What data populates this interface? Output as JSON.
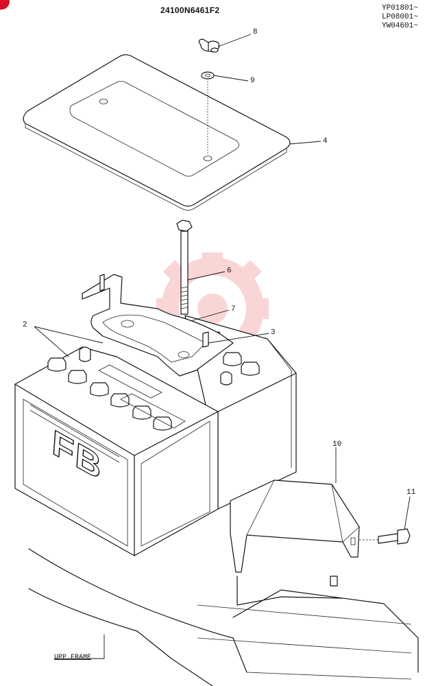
{
  "header": {
    "part_code": "24100N6461F2",
    "serials": [
      "YP01801~",
      "LP08001~",
      "YW04601~"
    ]
  },
  "callouts": [
    {
      "id": "2",
      "label": "2"
    },
    {
      "id": "3",
      "label": "3"
    },
    {
      "id": "4",
      "label": "4"
    },
    {
      "id": "6",
      "label": "6"
    },
    {
      "id": "7",
      "label": "7"
    },
    {
      "id": "8",
      "label": "8"
    },
    {
      "id": "9",
      "label": "9"
    },
    {
      "id": "10",
      "label": "10"
    },
    {
      "id": "11",
      "label": "11"
    }
  ],
  "battery_marking": "FB",
  "frame_label": "UPP FRAME",
  "colors": {
    "line": "#111111",
    "watermark": "#f08a8a",
    "badge": "#d8102a"
  }
}
